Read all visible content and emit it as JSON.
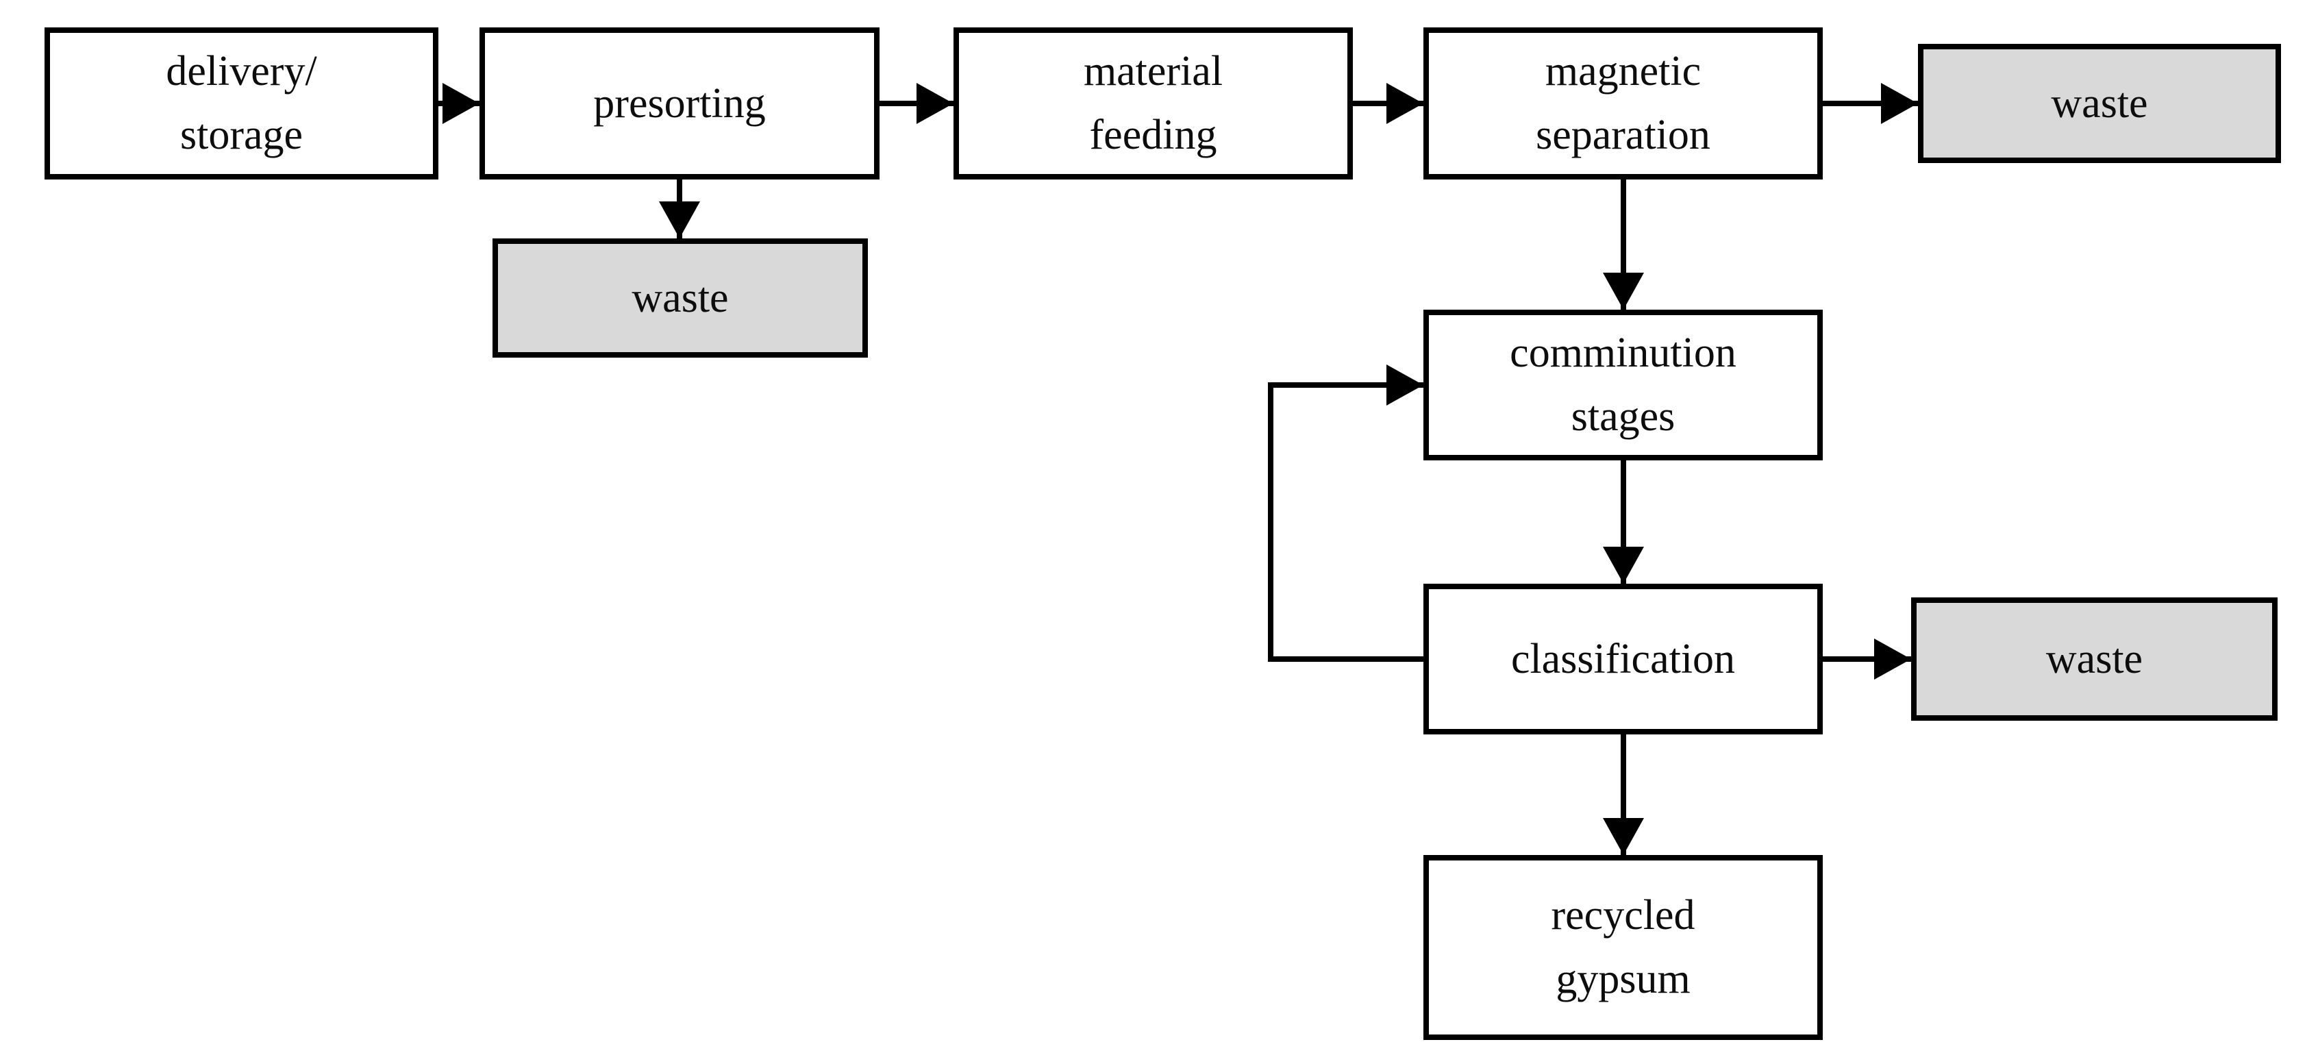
{
  "figure": {
    "type": "flowchart",
    "colors": {
      "process_fill": "#ffffff",
      "waste_fill": "#d9d9d9",
      "line_color": "#000000",
      "text_color": "#0d0d0d"
    },
    "nodes": {
      "delivery": {
        "lines": [
          "delivery/",
          "storage"
        ],
        "kind": "process"
      },
      "presorting": {
        "lines": [
          "presorting"
        ],
        "kind": "process"
      },
      "feeding": {
        "lines": [
          "material",
          "feeding"
        ],
        "kind": "process"
      },
      "magnetic": {
        "lines": [
          "magnetic",
          "separation"
        ],
        "kind": "process"
      },
      "waste_presorting": {
        "lines": [
          "waste"
        ],
        "kind": "waste"
      },
      "waste_magnetic": {
        "lines": [
          "waste"
        ],
        "kind": "waste"
      },
      "comminution": {
        "lines": [
          "comminution",
          "stages"
        ],
        "kind": "process"
      },
      "classification": {
        "lines": [
          "classification"
        ],
        "kind": "process"
      },
      "waste_classification": {
        "lines": [
          "waste"
        ],
        "kind": "waste"
      },
      "recycled": {
        "lines": [
          "recycled",
          "gypsum"
        ],
        "kind": "output"
      }
    },
    "edges": [
      {
        "from": "delivery",
        "to": "presorting",
        "direction": "right"
      },
      {
        "from": "presorting",
        "to": "feeding",
        "direction": "right"
      },
      {
        "from": "feeding",
        "to": "magnetic",
        "direction": "right"
      },
      {
        "from": "magnetic",
        "to": "waste_magnetic",
        "direction": "right"
      },
      {
        "from": "presorting",
        "to": "waste_presorting",
        "direction": "down"
      },
      {
        "from": "magnetic",
        "to": "comminution",
        "direction": "down"
      },
      {
        "from": "comminution",
        "to": "classification",
        "direction": "down"
      },
      {
        "from": "classification",
        "to": "waste_classification",
        "direction": "right"
      },
      {
        "from": "classification",
        "to": "recycled",
        "direction": "down"
      },
      {
        "from": "classification",
        "to": "comminution",
        "direction": "feedback-loop-left"
      }
    ]
  }
}
